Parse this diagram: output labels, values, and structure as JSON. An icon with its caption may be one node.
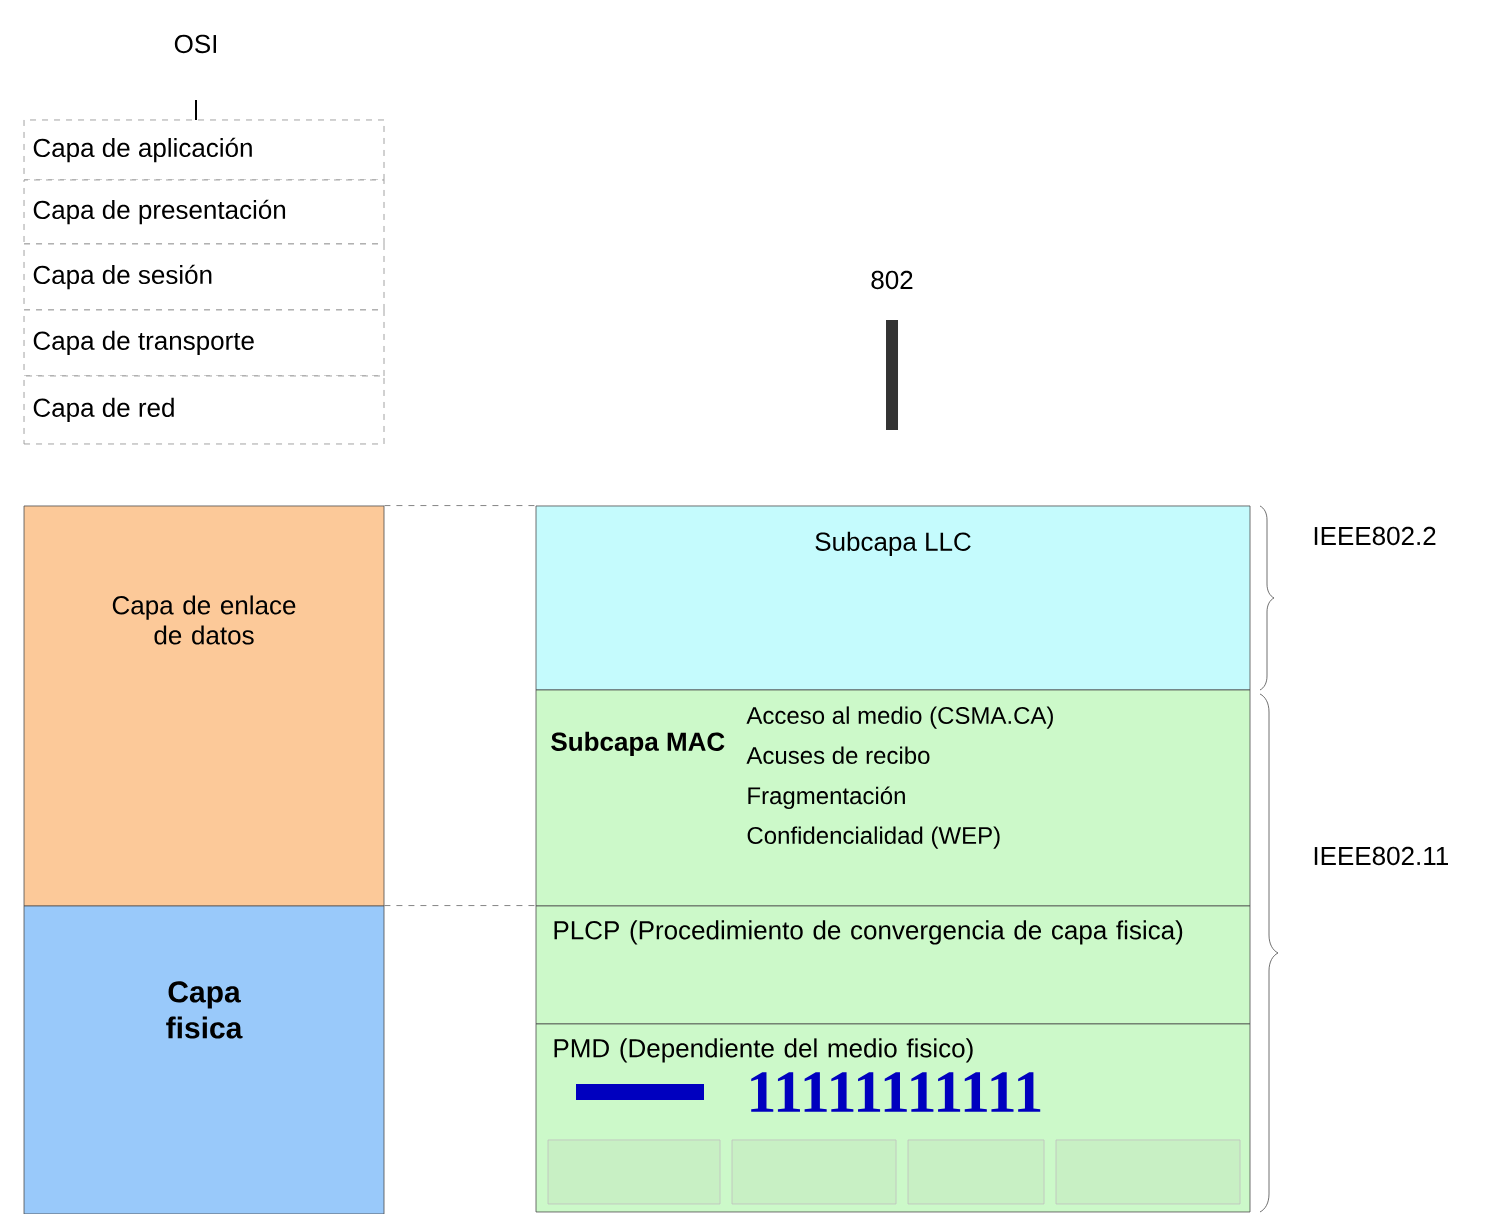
{
  "diagram": {
    "nodes": [
      {
        "text": [
          "Capa de aplicación"
        ]
      },
      {
        "text": [
          "Capa de presentación"
        ]
      },
      {
        "text": [
          "Capa de sesión"
        ]
      },
      {
        "text": [
          "Capa de transporte"
        ]
      },
      {
        "text": [
          "Capa de red"
        ]
      },
      {
        "text": [
          "Capa de enlace de datos"
        ]
      },
      {
        "text": [
          "Capa fisica"
        ]
      },
      {
        "text": [
          "Subcapa LLC"
        ]
      },
      {
        "text": [
          "Subcapa MAC",
          "Acceso al medio (CSMA.CA)",
          "Acuses de recibo",
          "Fragmentación",
          "Confidencialidad (WEP)"
        ]
      },
      {
        "text": [
          "PLCP (Procedimiento de convergencia de capa fisica)"
        ]
      },
      {
        "text": [
          "PMD (Dependiente del medio fisico)"
        ]
      },
      {
        "text": [],
        "shape": "box",
        "in": 10
      },
      {
        "text": [],
        "shape": "box",
        "in": 10
      },
      {
        "text": [],
        "shape": "box",
        "in": 10
      },
      {
        "text": [],
        "shape": "box",
        "in": 10
      }
    ],
    "edges": [
      {
        "from": 5,
        "to": 7,
        "arrow": "none",
        "style": "dashed"
      },
      {
        "from": 6,
        "to": 9,
        "arrow": "none",
        "style": "dashed"
      }
    ],
    "labels": [
      "OSI",
      "802",
      "IEEE802.2",
      "IEEE802.11",
      "11111111111"
    ]
  }
}
